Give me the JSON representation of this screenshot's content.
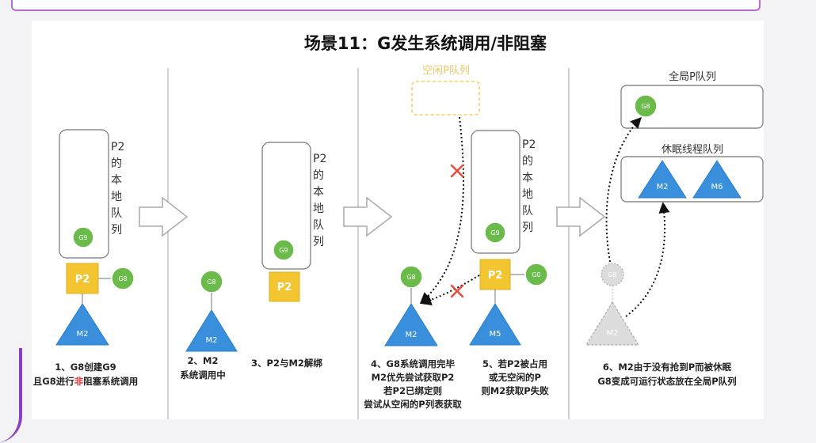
{
  "title": "场景11：G发生系统调用/非阻塞",
  "panels": {
    "p1": {
      "queue_label": [
        "P2",
        "的",
        "本",
        "地",
        "队",
        "列"
      ],
      "queue_g": "G9",
      "p": "P2",
      "g_side": "G8",
      "m": "M2",
      "caption": {
        "pre": "1、G8创建G9",
        "line2_a": "且G8进行",
        "line2_red": "非",
        "line2_b": "阻塞系统调用"
      }
    },
    "p2": {
      "g": "G8",
      "m": "M2",
      "caption": [
        "2、M2",
        "系统调用中"
      ],
      "queue_label": [
        "P2",
        "的",
        "本",
        "地",
        "队",
        "列"
      ],
      "queue_g": "G9",
      "p": "P2",
      "caption2": "3、P2与M2解绑"
    },
    "p3": {
      "idle_label": "空闲P队列",
      "g": "G8",
      "m": "M2",
      "caption": [
        "4、G8系统调用完毕",
        "M2优先尝试获取P2",
        "若P2已绑定则",
        "尝试从空闲的P列表获取"
      ],
      "queue_label": [
        "P2",
        "的",
        "本",
        "地",
        "队",
        "列"
      ],
      "queue_g": "G9",
      "p": "P2",
      "g_side": "G0",
      "m_other": "M5",
      "caption2": [
        "5、若P2被占用",
        "或无空闲的P",
        "则M2获取P失败"
      ]
    },
    "p4": {
      "global_label": "全局P队列",
      "global_g": "G8",
      "sleep_label": "休眠线程队列",
      "sleep_m1": "M2",
      "sleep_m2": "M6",
      "ghost_g": "G8",
      "ghost_m": "M2",
      "caption": [
        "6、M2由于没有抢到P而被休眠",
        "G8变成可运行状态放在全局P队列"
      ]
    }
  },
  "colors": {
    "g_green": "#6bbb4a",
    "p_yellow": "#f2c531",
    "m_blue": "#3a8fdc",
    "idle_yellow": "#f0d060",
    "cross_red": "#e74c3c",
    "red_text": "#e33"
  }
}
